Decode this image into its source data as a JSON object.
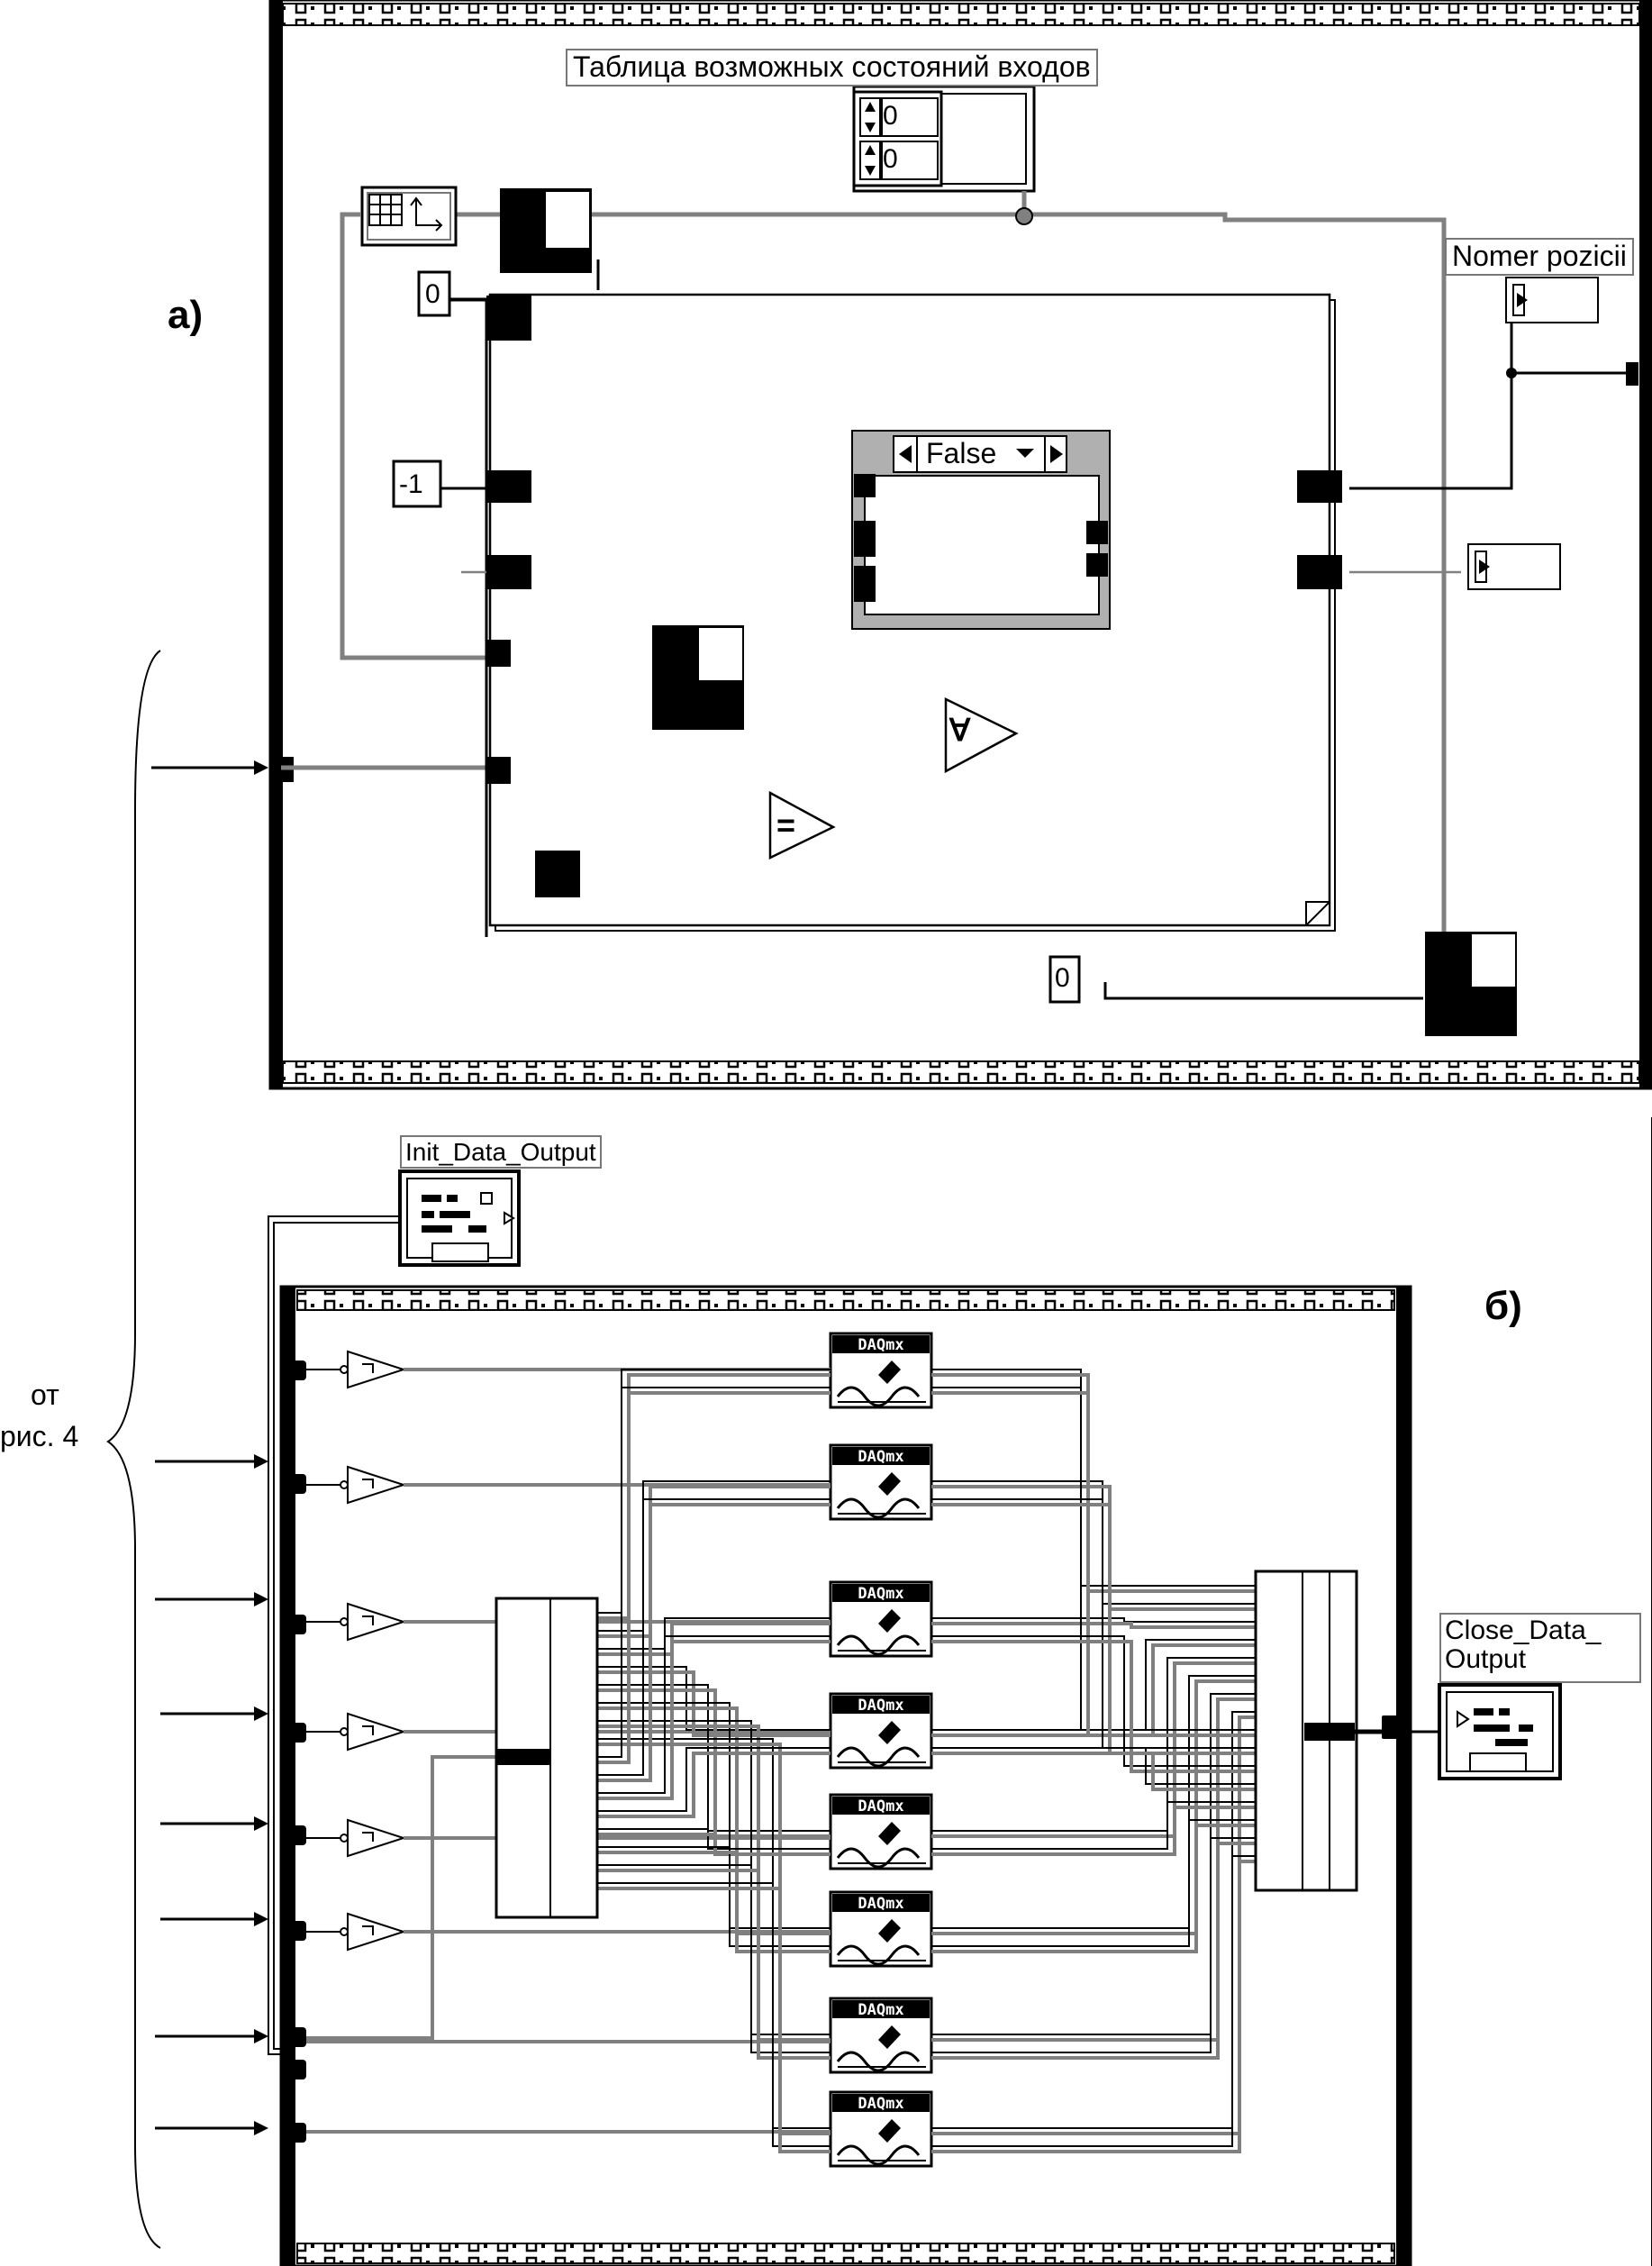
{
  "panel_a": {
    "tag": "a)",
    "array_label": "Таблица возможных состояний входов",
    "index_row": "0",
    "index_col": "0",
    "const_init": "0",
    "const_minus_one": "-1",
    "case_selector": "False",
    "indicator_label": "Nomer pozicii",
    "const_zero_bottom": "0",
    "eq_symbol": "=",
    "and_symbol": "∀"
  },
  "panel_b": {
    "tag": "б)",
    "init_label": "Init_Data_Output",
    "close_label_line1": "Close_Data_",
    "close_label_line2": "Output",
    "daq_label": "DAQmx",
    "daq_count": 8,
    "not_count": 6
  },
  "source": {
    "line1": "от",
    "line2": "рис. 4"
  },
  "colors": {
    "wire_black": "#000000",
    "wire_gray": "#808080",
    "frame_black": "#000000",
    "background": "#ffffff"
  }
}
